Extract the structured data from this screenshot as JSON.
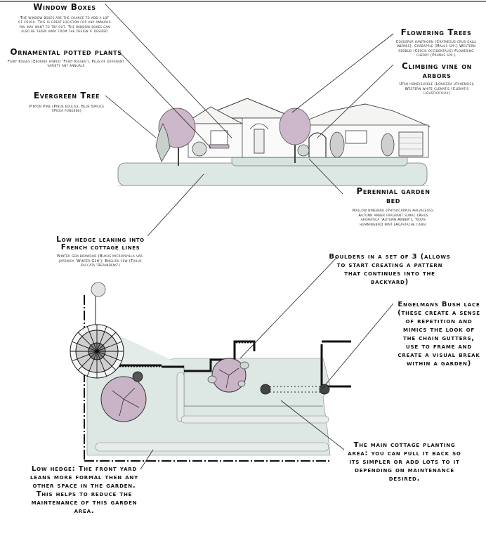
{
  "labels": {
    "window_boxes": {
      "title": "Window Boxes",
      "desc": "The window boxes are the chance to add a lot of color. This is great location for any annuals you may want to try out. The window boxes can also be taken away from the design if desired"
    },
    "ornamental_pots": {
      "title": "Ornamental potted plants",
      "desc": "Fairy Kisses (Ekoriba hybrid 'Fairy Kisses'), Plus of different variety any annuals"
    },
    "evergreen": {
      "title": "Evergreen Tree",
      "desc": "Pinyon Pine (Pinus edulis), Blue Spruce (Picea pungens)"
    },
    "flowering_trees": {
      "title": "Flowering Trees",
      "desc": "Cockspur hawthorn (Crataegus crus-galli inermis), Crabapple (Malus spp.) Western redbud (Cercis occidentalis) Flowering cherry (Prunus spp.)"
    },
    "climbing_vine": {
      "title": "Climbing vine on arbors",
      "desc": "Utah honeysuckle (Lonicera utahensis), Western white clematis (Clematis ligusticifolia)"
    },
    "perennial": {
      "title": "Perennial garden bed",
      "desc": "Mallow ninebark (Physocarpus malvaceus), Autumn amber fragrant sumac (Rhus aromatica 'Autumn Amber'), Texas hummingbird mint (Agastache cana)"
    },
    "low_hedge_top": {
      "title": "Low hedge leaning into French cottage lines",
      "desc": "Winter gem boxwood (Buxus microphylla var. japonica 'Winter Gem'), English yew (Taxus baccata 'Repandens')"
    },
    "boulders": "Boulders in a set of 3 (allows to start creating a pattern that continues into the backyard)",
    "engelmanns": "Engelmans Bush lace (these create a sense of repetition and mimics the look of the chain gutters, use to frame and create a visual break within a garden)",
    "main_cottage": "The main cottage planting area: you can pull it back so its simpler or add lots to it depending on maintenance desired.",
    "low_hedge_bottom": "Low hedge: The front yard leans more formal then any other space in the garden. This helps to reduce the maintenance of this garden area."
  },
  "colors": {
    "ink": "#1a1a1a",
    "lawn": "#dde8e4",
    "tree_pink": "#c9b3c6",
    "roof": "#f3f3f1",
    "accent_shadow": "#9a9a9a"
  }
}
